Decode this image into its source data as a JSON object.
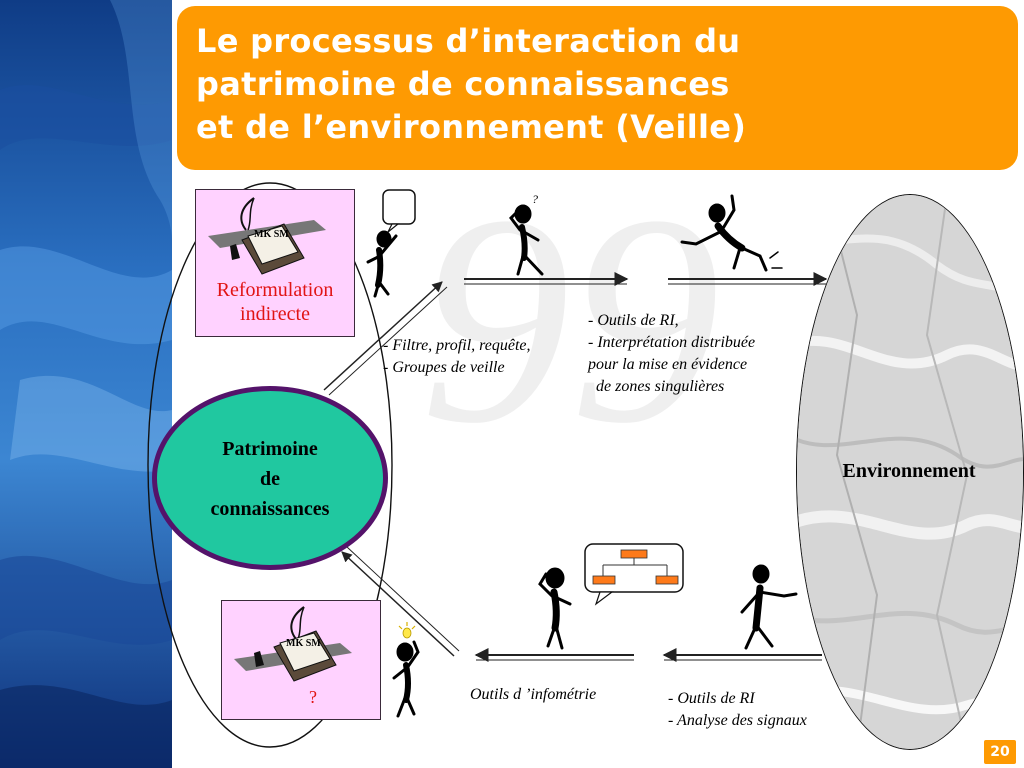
{
  "slide": {
    "title": "Le processus d’interaction du\npatrimoine de connaissances\net de l’environnement (Veille)",
    "page_number": "20"
  },
  "cards": {
    "top": {
      "book_label": "MK SM",
      "caption": "Reformulation\nindirecte"
    },
    "bottom": {
      "book_label": "MK SM",
      "caption": "?"
    }
  },
  "nodes": {
    "patrimoine": "Patrimoine\nde\nconnaissances",
    "environnement": "Environnement"
  },
  "notes": {
    "filtre": "- Filtre, profil, requête,\n- Groupes de veille",
    "outils_top": "- Outils de RI,\n- Interprétation distribuée\npour la mise en évidence\n  de zones singulières",
    "infometrie": "Outils d ’infométrie",
    "outils_bottom": "- Outils de RI\n- Analyse des signaux"
  },
  "colors": {
    "orange": "#fe9a02",
    "pink": "#ffd2ff",
    "teal": "#20c8a0",
    "purple": "#54136a",
    "red_text": "#e11414"
  },
  "figures": {
    "thought_bubble": "?",
    "icons": [
      "speech-bubble-icon",
      "confused-figure-icon",
      "excited-figure-icon",
      "flowchart-icon",
      "lightbulb-icon",
      "pointing-figure-icon",
      "book-quill-icon"
    ]
  }
}
